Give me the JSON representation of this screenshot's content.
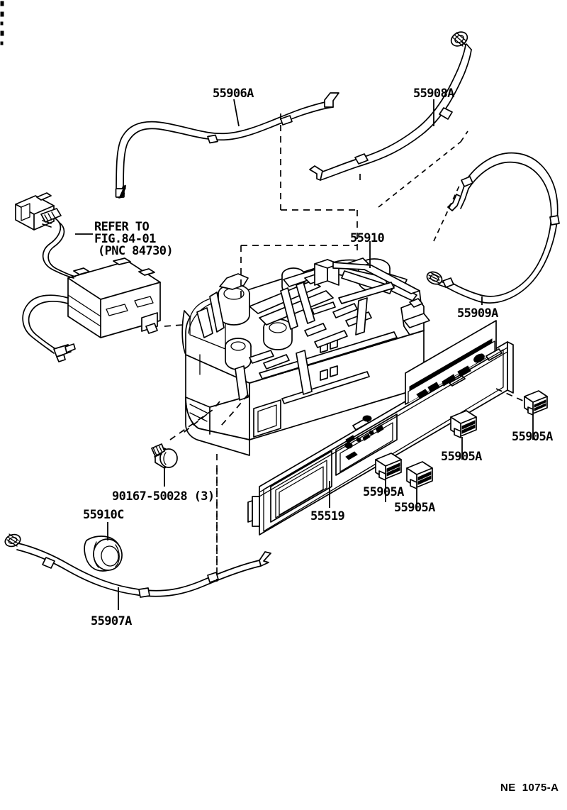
{
  "figure": {
    "code": "NE  1075-A",
    "type": "exploded-parts-diagram",
    "subject": "Heater control assembly and control cables"
  },
  "labels": {
    "cable_heater_control_a": "55906A",
    "cable_heater_control_b": "55908A",
    "cable_heater_control_c": "55909A",
    "cable_heater_control_d": "55907A",
    "control_assy": "55910",
    "control_knob": "55910C",
    "panel_plate": "55519",
    "bulb_socket_1": "55905A",
    "bulb_socket_2": "55905A",
    "bulb_socket_3": "55905A",
    "bulb_socket_4": "55905A",
    "screw": "90167-50028 (3)",
    "refer_line1": "REFER TO",
    "refer_line2": "FIG.84-01",
    "refer_line3": "(PNC 84730)"
  }
}
